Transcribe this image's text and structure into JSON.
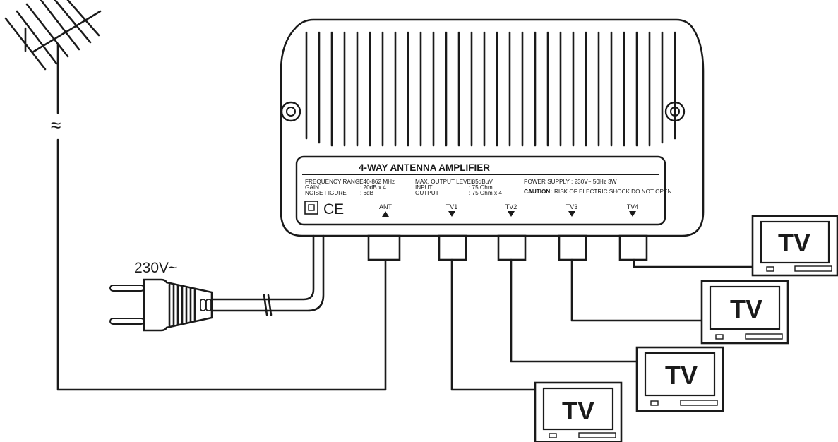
{
  "amplifier": {
    "title": "4-WAY ANTENNA AMPLIFIER",
    "spec_labels_left": [
      "FREQUENCY RANGE",
      "GAIN",
      "NOISE FIGURE"
    ],
    "spec_values_left": [
      ": 40-862 MHz",
      ": 20dB x 4",
      ": 6dB"
    ],
    "spec_labels_mid": [
      "MAX. OUTPUT LEVEL",
      "INPUT",
      "OUTPUT"
    ],
    "spec_values_mid": [
      ": 85dBµV",
      ": 75 Ohm",
      ": 75 Ohm x 4"
    ],
    "power_supply": "POWER SUPPLY : 230V~  50Hz  3W",
    "caution_label": "CAUTION:",
    "caution_text": "RISK OF ELECTRIC SHOCK DO NOT OPEN",
    "ce_mark": "CE",
    "ports": [
      "ANT",
      "TV1",
      "TV2",
      "TV3",
      "TV4"
    ]
  },
  "mains_voltage": "230V~",
  "cable_break_symbol": "≈",
  "tv_label": "TV"
}
